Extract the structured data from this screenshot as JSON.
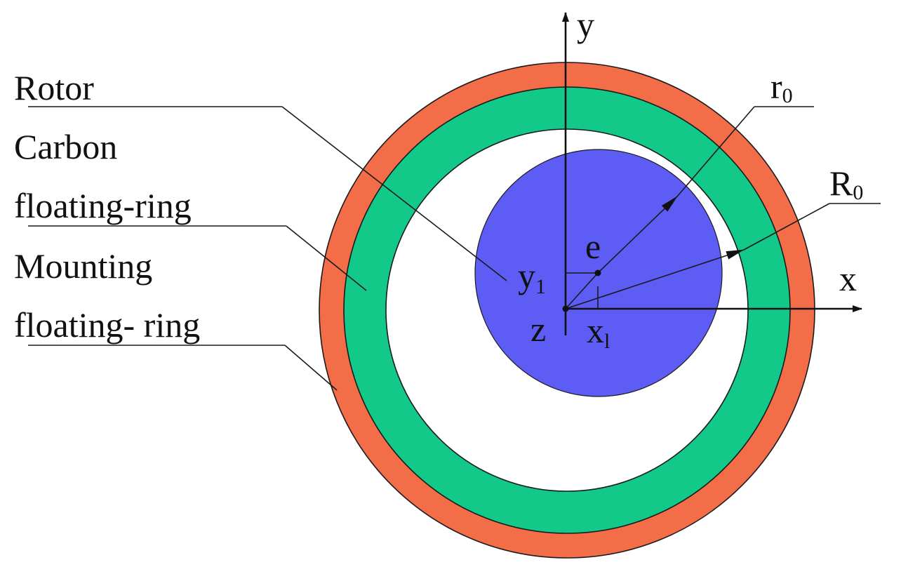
{
  "colors": {
    "mounting_ring": "#f36e48",
    "carbon_ring": "#12c98a",
    "rotor": "#5d5df6",
    "line": "#1a1a1a",
    "background": "#ffffff"
  },
  "labels": {
    "rotor": "Rotor",
    "carbon_line1": "Carbon",
    "carbon_line2": "floating-ring",
    "mounting_line1": "Mounting",
    "mounting_line2": "floating- ring",
    "axis_x": "x",
    "axis_y": "y",
    "axis_z": "z",
    "eccentricity": "e",
    "r0_base": "r",
    "r0_sub": "0",
    "R0_base": "R",
    "R0_sub": "0",
    "y1_base": "y",
    "y1_sub": "1",
    "x1_base": "x",
    "x1_sub": "l"
  }
}
